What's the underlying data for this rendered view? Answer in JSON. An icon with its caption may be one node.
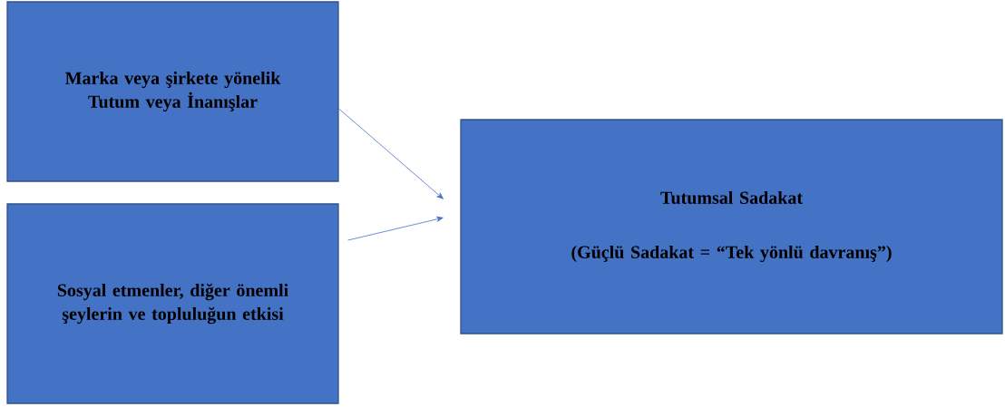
{
  "diagram": {
    "nodes": [
      {
        "text": [
          "Marka veya şirkete yönelik Tutum veya İnanışlar"
        ]
      },
      {
        "text": [
          "Sosyal etmenler, diğer önemli şeylerin ve topluluğun etkisi"
        ]
      },
      {
        "text": [
          "Tutumsal Sadakat",
          "(Güçlü Sadakat = “Tek yönlü davranış”)"
        ]
      }
    ],
    "edges": [
      {
        "from": 0,
        "to": 2,
        "arrow": "to"
      },
      {
        "from": 1,
        "to": 2,
        "arrow": "to"
      }
    ]
  }
}
